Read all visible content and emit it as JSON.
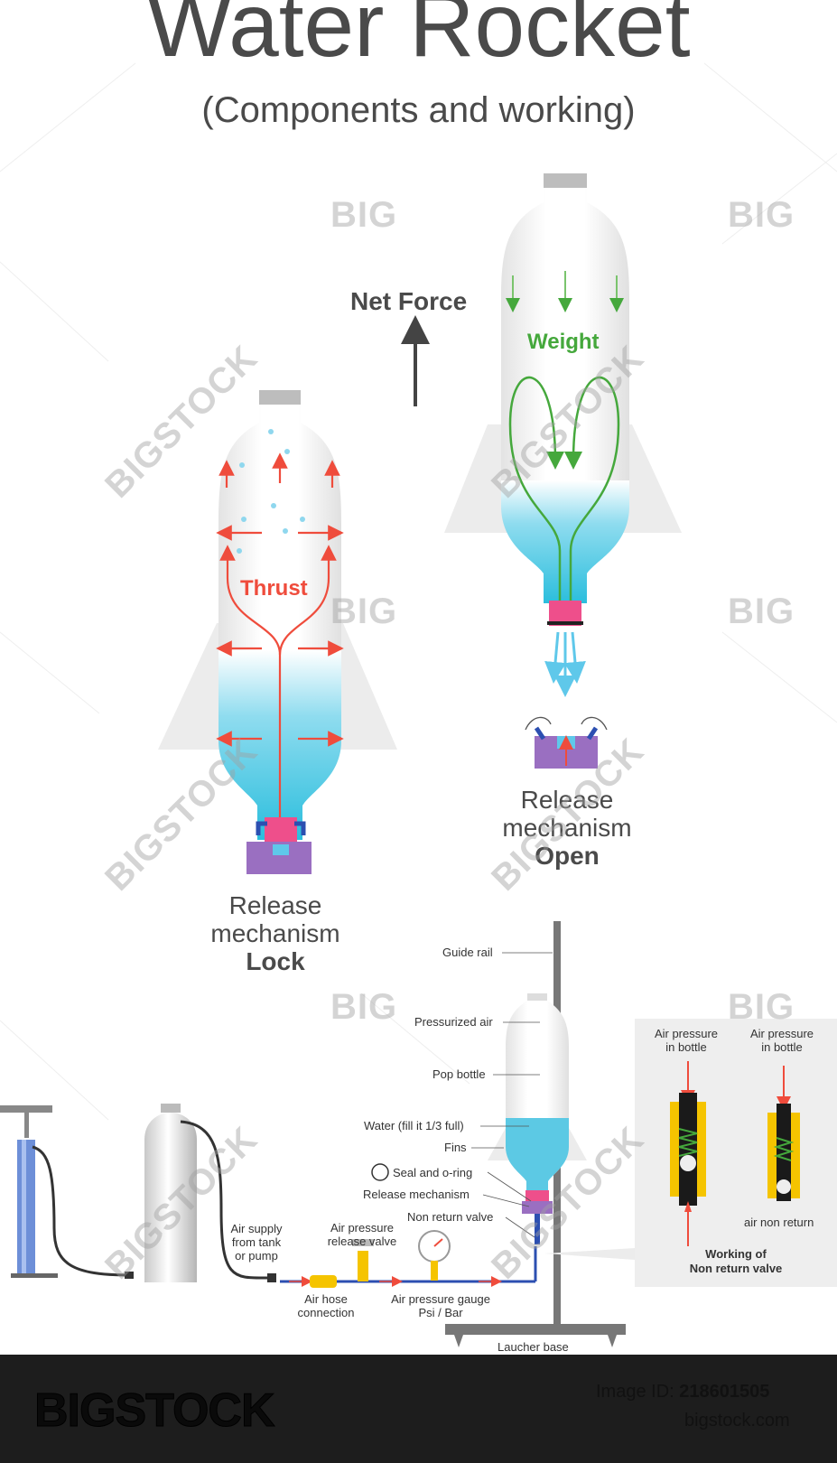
{
  "header": {
    "title": "Water Rocket",
    "subtitle": "(Components and working)"
  },
  "forces": {
    "net_force": "Net Force",
    "weight": "Weight",
    "thrust": "Thrust"
  },
  "release_lock": {
    "line1": "Release",
    "line2": "mechanism",
    "state": "Lock"
  },
  "release_open": {
    "line1": "Release",
    "line2": "mechanism",
    "state": "Open"
  },
  "launcher_labels": {
    "guide_rail": "Guide rail",
    "pressurized_air": "Pressurized air",
    "pop_bottle": "Pop bottle",
    "water": "Water (fill it 1/3 full)",
    "fins": "Fins",
    "seal": "Seal and o-ring",
    "release_mechanism": "Release mechanism",
    "non_return_valve": "Non return valve",
    "air_supply": [
      "Air supply",
      "from tank",
      "or pump"
    ],
    "release_valve": [
      "Air pressure",
      "release valve"
    ],
    "hose_connection": [
      "Air hose",
      "connection"
    ],
    "pressure_gauge": [
      "Air pressure gauge",
      "Psi / Bar"
    ],
    "launcher_base": "Laucher base"
  },
  "valve_panel": {
    "pressure_left": [
      "Air pressure",
      "in bottle"
    ],
    "pressure_right": [
      "Air pressure",
      "in bottle"
    ],
    "non_return": "air non return",
    "caption": [
      "Working of",
      "Non return valve"
    ]
  },
  "watermarks": {
    "big": "BIG",
    "bigstock": "BIGSTOCK"
  },
  "footer": {
    "brand": "BIGSTOCK",
    "image_id_label": "Image ID:",
    "image_id": "218601505",
    "site": "bigstock.com"
  },
  "colors": {
    "water": "#3fc3df",
    "thrust": "#ef4c3c",
    "weight": "#45a83c",
    "nozzle": "#ee4f8b",
    "release": "#9a6fc1",
    "valve_body": "#f5c400",
    "footer_bg": "#1d1d1d"
  }
}
